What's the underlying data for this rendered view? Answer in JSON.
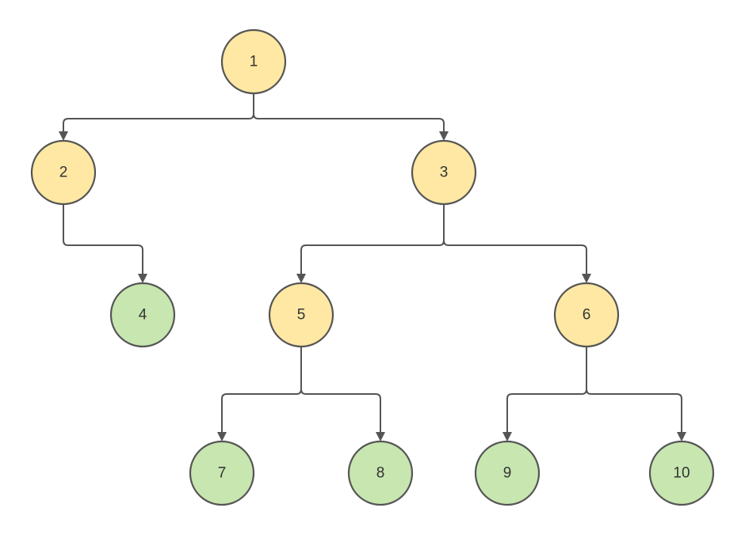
{
  "colors": {
    "internal": "#ffe8a3",
    "leaf": "#c8e6b0",
    "stroke": "#555555"
  },
  "nodes": [
    {
      "id": "1",
      "label": "1",
      "kind": "internal"
    },
    {
      "id": "2",
      "label": "2",
      "kind": "internal"
    },
    {
      "id": "3",
      "label": "3",
      "kind": "internal"
    },
    {
      "id": "4",
      "label": "4",
      "kind": "leaf"
    },
    {
      "id": "5",
      "label": "5",
      "kind": "internal"
    },
    {
      "id": "6",
      "label": "6",
      "kind": "internal"
    },
    {
      "id": "7",
      "label": "7",
      "kind": "leaf"
    },
    {
      "id": "8",
      "label": "8",
      "kind": "leaf"
    },
    {
      "id": "9",
      "label": "9",
      "kind": "leaf"
    },
    {
      "id": "10",
      "label": "10",
      "kind": "leaf"
    }
  ],
  "edges": [
    {
      "from": "1",
      "to": "2"
    },
    {
      "from": "1",
      "to": "3"
    },
    {
      "from": "2",
      "to": "4"
    },
    {
      "from": "3",
      "to": "5"
    },
    {
      "from": "3",
      "to": "6"
    },
    {
      "from": "5",
      "to": "7"
    },
    {
      "from": "5",
      "to": "8"
    },
    {
      "from": "6",
      "to": "9"
    },
    {
      "from": "6",
      "to": "10"
    }
  ]
}
